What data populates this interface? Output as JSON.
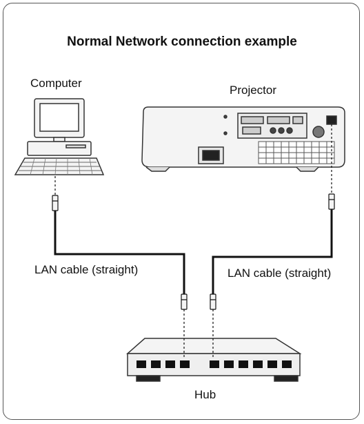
{
  "diagram": {
    "title": "Normal Network connection example",
    "labels": {
      "computer": "Computer",
      "projector": "Projector",
      "cable_left": "LAN cable (straight)",
      "cable_right": "LAN cable (straight)",
      "hub": "Hub"
    }
  },
  "colors": {
    "line": "#111111",
    "device": "#f4f4f4",
    "outline": "#333333",
    "frame": "#555555"
  }
}
